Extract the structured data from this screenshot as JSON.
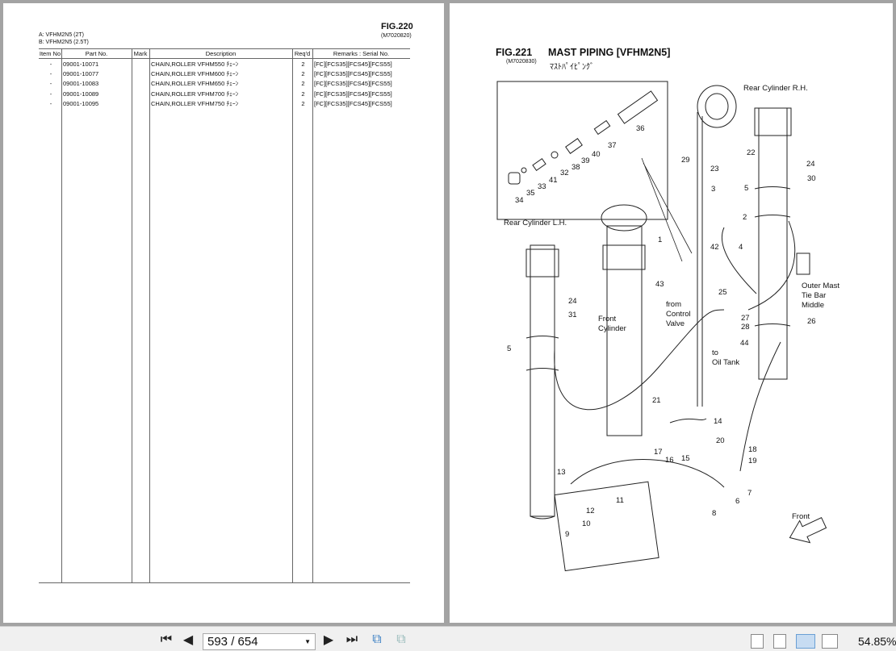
{
  "left_page": {
    "fig": "FIG.220",
    "code": "(M7020820)",
    "model_a": "A: VFHM2N5 (2T)",
    "model_b": "B: VFHM2N5 (2.5T)",
    "headers": [
      "Item No",
      "Part No.",
      "Mark",
      "Description",
      "Req'd",
      "Remarks : Serial No."
    ],
    "rows": [
      [
        "-",
        "09001-10071",
        "",
        "CHAIN,ROLLER  VFHM550  ﾁｪｰﾝ",
        "2",
        "[FC][FCS35][FCS45][FCS55]"
      ],
      [
        "-",
        "09001-10077",
        "",
        "CHAIN,ROLLER  VFHM600  ﾁｪｰﾝ",
        "2",
        "[FC][FCS35][FCS45][FCS55]"
      ],
      [
        "-",
        "09001-10083",
        "",
        "CHAIN,ROLLER  VFHM650  ﾁｪｰﾝ",
        "2",
        "[FC][FCS35][FCS45][FCS55]"
      ],
      [
        "-",
        "09001-10089",
        "",
        "CHAIN,ROLLER  VFHM700  ﾁｪｰﾝ",
        "2",
        "[FC][FCS35][FCS45][FCS55]"
      ],
      [
        "-",
        "09001-10095",
        "",
        "CHAIN,ROLLER  VFHM750  ﾁｪｰﾝ",
        "2",
        "[FC][FCS35][FCS45][FCS55]"
      ]
    ]
  },
  "right_page": {
    "fig": "FIG.221",
    "title": "MAST PIPING [VFHM2N5]",
    "code": "(M7020830)",
    "title_jp": "ﾏｽﾄﾊﾟｲﾋﾟﾝｸﾞ",
    "labels": {
      "rear_rh": "Rear Cylinder R.H.",
      "rear_lh": "Rear Cylinder L.H.",
      "front_cyl_1": "Front",
      "front_cyl_2": "Cylinder",
      "from_1": "from",
      "from_2": "Control",
      "from_3": "Valve",
      "to_1": "to",
      "to_2": "Oil Tank",
      "tie_1": "Outer Mast",
      "tie_2": "Tie Bar",
      "tie_3": "Middle",
      "front": "Front"
    },
    "callouts": [
      "36",
      "37",
      "40",
      "39",
      "38",
      "32",
      "41",
      "33",
      "35",
      "34",
      "29",
      "22",
      "23",
      "3",
      "5",
      "2",
      "24",
      "30",
      "1",
      "42",
      "4",
      "43",
      "25",
      "27",
      "28",
      "44",
      "26",
      "24",
      "31",
      "5",
      "21",
      "14",
      "20",
      "17",
      "16",
      "15",
      "18",
      "19",
      "13",
      "6",
      "7",
      "8",
      "12",
      "11",
      "10",
      "9"
    ]
  },
  "toolbar": {
    "page": "593 / 654",
    "zoom": "54.85%"
  }
}
